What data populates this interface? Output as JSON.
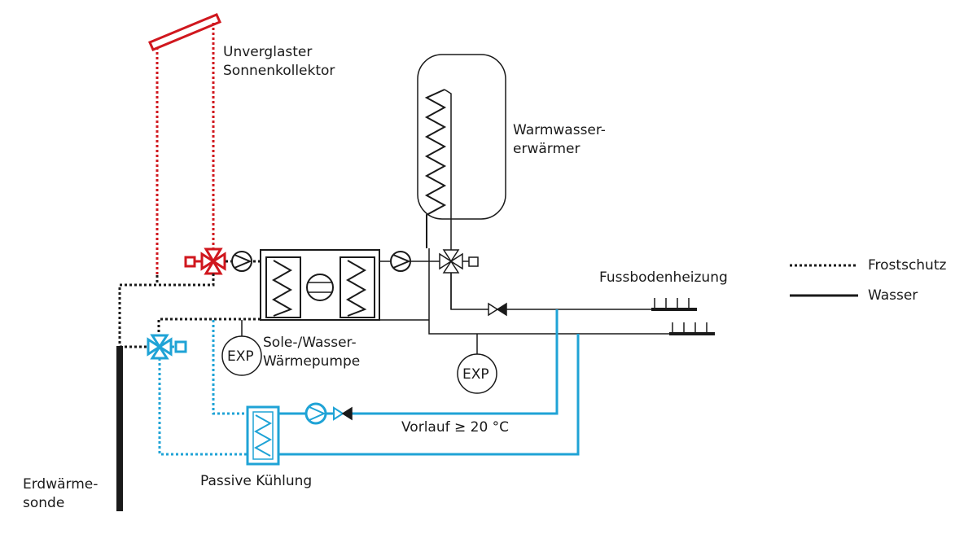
{
  "diagram": {
    "type": "hydraulic-schematic",
    "colors": {
      "solar_circuit": "#d0171e",
      "cooling_circuit": "#1fa3d6",
      "main": "#1a1a1a"
    },
    "labels": {
      "collector": [
        "Unverglaster",
        "Sonnenkollektor"
      ],
      "dhw_tank": [
        "Warmwasser-",
        "erwärmer"
      ],
      "floor_heating": "Fussbodenheizung",
      "heat_pump": [
        "Sole-/Wasser-",
        "Wärmepumpe"
      ],
      "exp_1": "EXP",
      "exp_2": "EXP",
      "supply_temp": "Vorlauf ≥ 20 °C",
      "passive_cooling": "Passive Kühlung",
      "ground_probe": [
        "Erdwärme-",
        "sonde"
      ]
    },
    "legend": [
      {
        "style": "dotted",
        "label": "Frostschutz"
      },
      {
        "style": "solid",
        "label": "Wasser"
      }
    ]
  }
}
